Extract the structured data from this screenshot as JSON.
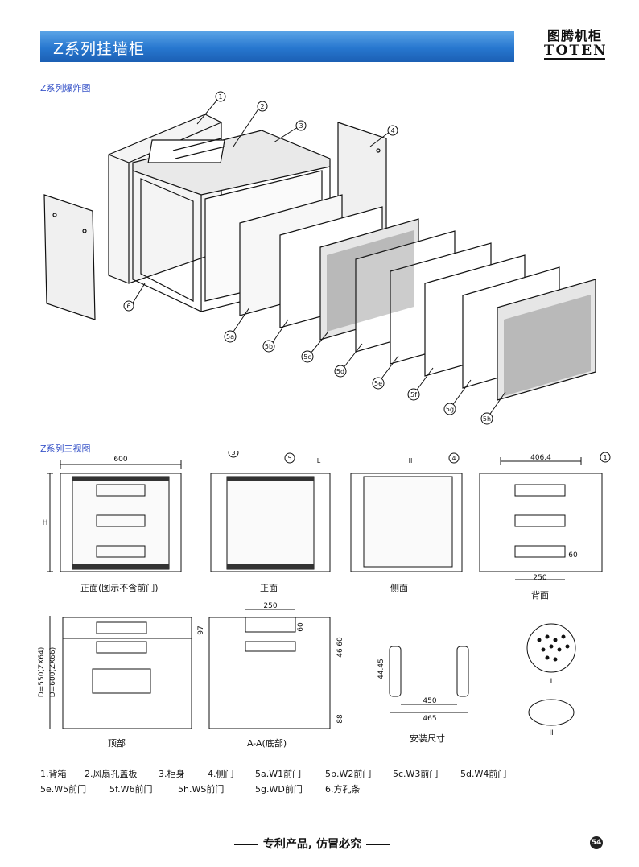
{
  "header": {
    "title": "Z系列挂墙柜"
  },
  "logo": {
    "cn": "图腾机柜",
    "en": "TOTEN"
  },
  "sections": {
    "exploded": "Z系列爆炸图",
    "three_view": "Z系列三视图"
  },
  "callouts": [
    "1",
    "2",
    "3",
    "4",
    "5a",
    "5b",
    "5c",
    "5d",
    "5e",
    "5f",
    "5g",
    "5h",
    "6"
  ],
  "view_marks": [
    "3",
    "5",
    "L",
    "II",
    "4",
    "1"
  ],
  "dimensions": {
    "front_width": "600",
    "front_height": "H",
    "back_width": "406.4",
    "back_slot_width": "250",
    "back_slot_height": "60",
    "top_97": "97",
    "top_d1": "D=550(ZX64)",
    "top_d2": "D=600(ZX66)",
    "bottom_250": "250",
    "bottom_60": "60",
    "bottom_a": "60",
    "bottom_b": "46",
    "bottom_c": "88",
    "mount_44": "44.45",
    "mount_450": "450",
    "mount_465": "465"
  },
  "captions": {
    "front_no_door": "正面(图示不含前门)",
    "front": "正面",
    "side": "侧面",
    "back": "背面",
    "top": "顶部",
    "bottom": "A-A(底部)",
    "mount": "安装尺寸",
    "detail1": "I",
    "detail2": "II"
  },
  "legend": {
    "row1": [
      "1.背箱",
      "2.风扇孔盖板",
      "3.柜身",
      "4.侧门",
      "5a.W1前门",
      "5b.W2前门",
      "5c.W3前门",
      "5d.W4前门"
    ],
    "row2": [
      "5e.W5前门",
      "5f.W6前门",
      "5h.WS前门",
      "5g.WD前门",
      "6.方孔条"
    ]
  },
  "footer": {
    "slogan": "专利产品, 仿冒必究",
    "page": "54"
  }
}
